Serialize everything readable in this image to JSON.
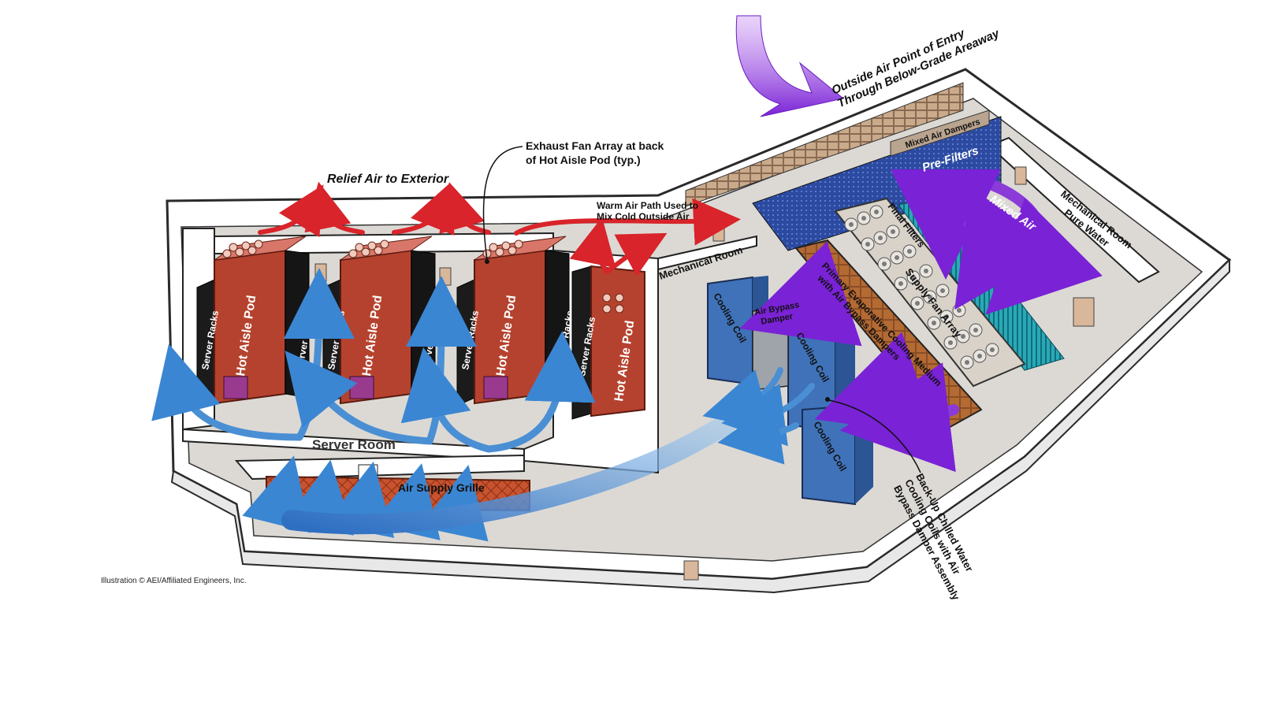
{
  "labels": {
    "relief_air": "Relief Air to Exterior",
    "exhaust_fan": "Exhaust Fan Array at back",
    "exhaust_fan_2": "of Hot Aisle Pod (typ.)",
    "warm_air": "Warm Air Path Used to",
    "warm_air_2": "Mix Cold Outside Air",
    "outside_air": "Outside Air Point of Entry",
    "outside_air_2": "Through Below-Grade Areaway",
    "mixed_air_dampers": "Mixed Air Dampers",
    "pre_filters": "Pre-Filters",
    "mixed_air": "Mixed Air",
    "mech_room_water": "Mechanical Room",
    "mech_room_water_2": "Pure Water",
    "mech_room": "Mechanical Room",
    "final_filters": "Final Filters",
    "supply_fan_array": "Supply Fan Array",
    "evap_medium": "Primary Evaporative Cooling Medium",
    "evap_medium_2": "with Air Bypass Dampers",
    "air_bypass": "Air Bypass",
    "air_bypass_2": "Damper",
    "cooling_coil": "Cooling Coil",
    "server_racks": "Server Racks",
    "hot_aisle_pod": "Hot Aisle Pod",
    "server_room": "Server Room",
    "air_supply_grille": "Air Supply Grille",
    "backup": "Back-Up Chilled Water",
    "backup_2": "Cooling Coils with Air",
    "backup_3": "Bypass Damper Assembly",
    "credit": "Illustration © AEI/Affiliated Engineers, Inc."
  },
  "colors": {
    "hot_pod": "#b5422e",
    "rack": "#1b1b1b",
    "cold_air": "#4a8fd4",
    "warm_air": "#d8242a",
    "mixed_air": "#8a3bd8",
    "filter": "#2c4aa0",
    "coil": "#3d6fb6",
    "floor": "#d9d6d1",
    "wall": "#ffffff"
  },
  "icons": [
    "door-icon",
    "fan-icon",
    "arrow-icon"
  ]
}
